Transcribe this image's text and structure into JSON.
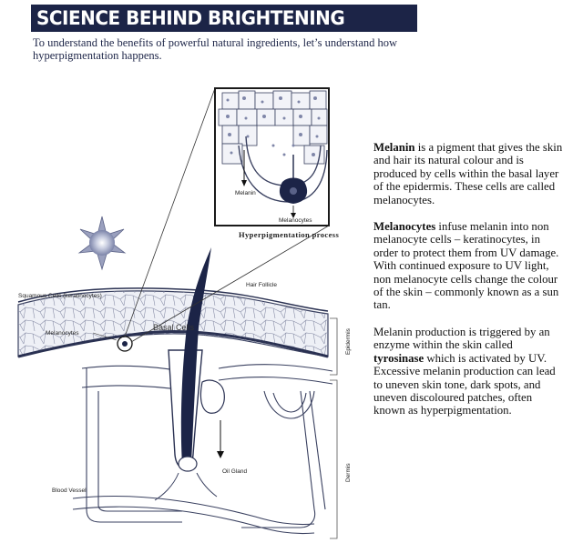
{
  "header": {
    "title": "SCIENCE BEHIND BRIGHTENING",
    "intro_line1": "To understand the benefits of powerful natural ingredients, let’s understand how",
    "intro_line2": "hyperpigmentation happens."
  },
  "diagram": {
    "inset_caption": "Hyperpigmentation process",
    "inset_melanin": "Melanin",
    "inset_melanocytes": "Melanocytes",
    "hair_follicle": "Hair Follicle",
    "squamous_cells": "Squamous Cells (keratinocytes)",
    "basal_cells": "Basal Cells",
    "melanocytes": "Melanocytes",
    "epidermis": "Epidermis",
    "dermis": "Dermis",
    "oil_gland": "Oil Gland",
    "blood_vessel": "Blood Vessel"
  },
  "text": {
    "p1_term": "Melanin",
    "p1_body": " is a pigment that gives the skin and hair its natural colour and is produced by cells within the basal layer of the epidermis. These cells are called melanocytes.",
    "p2_term": "Melanocytes",
    "p2_body": " infuse melanin into non melanocyte cells – keratinocytes, in order to protect them from UV damage. With continued exposure to UV light, non melanocyte cells change the colour of the skin – commonly known as a sun tan.",
    "p3_pre": "Melanin production is triggered by an enzyme within the skin called ",
    "p3_term": "tyrosinase",
    "p3_body": " which is activated by UV. Excessive melanin production can lead to uneven skin tone, dark spots, and uneven discoloured patches, often known as hyperpigmentation."
  },
  "colors": {
    "navy": "#1c2447",
    "banner_text": "#ffffff"
  }
}
